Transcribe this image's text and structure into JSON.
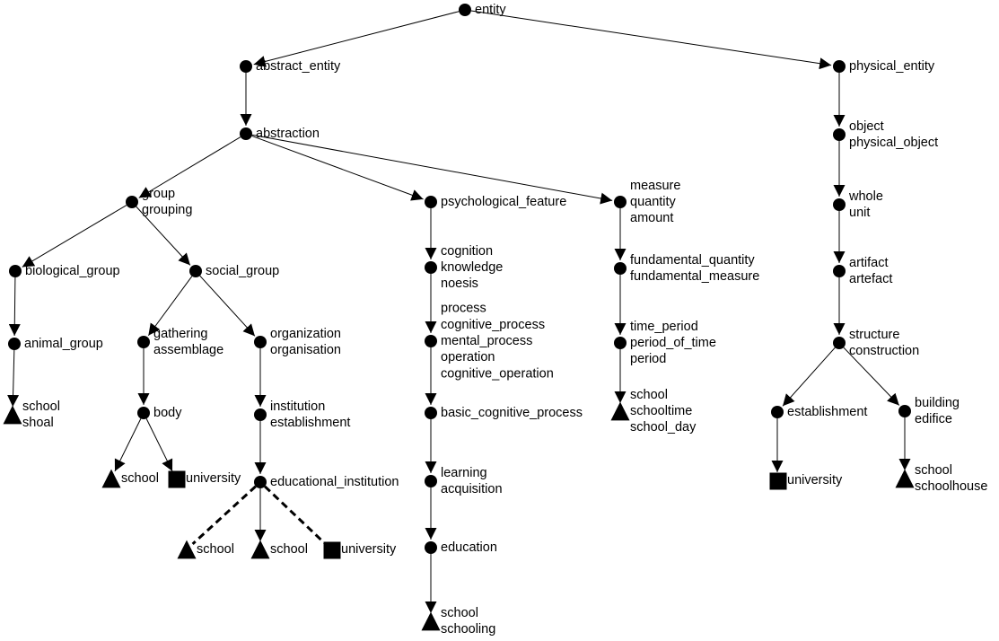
{
  "style": {
    "ink": "#000000",
    "background": "#ffffff"
  },
  "nodes": [
    {
      "id": "entity",
      "shape": "circle",
      "lines": [
        "entity"
      ]
    },
    {
      "id": "abstract_entity",
      "shape": "circle",
      "lines": [
        "abstract_entity"
      ]
    },
    {
      "id": "physical_entity",
      "shape": "circle",
      "lines": [
        "physical_entity"
      ]
    },
    {
      "id": "abstraction",
      "shape": "circle",
      "lines": [
        "abstraction"
      ]
    },
    {
      "id": "group",
      "shape": "circle",
      "lines": [
        "group",
        "grouping"
      ]
    },
    {
      "id": "psychological_feature",
      "shape": "circle",
      "lines": [
        "psychological_feature"
      ]
    },
    {
      "id": "measure",
      "shape": "circle",
      "lines": [
        "measure",
        "quantity",
        "amount"
      ]
    },
    {
      "id": "biological_group",
      "shape": "circle",
      "lines": [
        "biological_group"
      ]
    },
    {
      "id": "social_group",
      "shape": "circle",
      "lines": [
        "social_group"
      ]
    },
    {
      "id": "animal_group",
      "shape": "circle",
      "lines": [
        "animal_group"
      ]
    },
    {
      "id": "school_shoal",
      "shape": "triangle",
      "lines": [
        "school",
        "shoal"
      ]
    },
    {
      "id": "gathering",
      "shape": "circle",
      "lines": [
        "gathering",
        "assemblage"
      ]
    },
    {
      "id": "organization",
      "shape": "circle",
      "lines": [
        "organization",
        "organisation"
      ]
    },
    {
      "id": "body",
      "shape": "circle",
      "lines": [
        "body"
      ]
    },
    {
      "id": "school_body",
      "shape": "triangle",
      "lines": [
        "school"
      ]
    },
    {
      "id": "university_body",
      "shape": "square",
      "lines": [
        "university"
      ]
    },
    {
      "id": "institution",
      "shape": "circle",
      "lines": [
        "institution",
        "establishment"
      ]
    },
    {
      "id": "educational_institution",
      "shape": "circle",
      "lines": [
        "educational_institution"
      ]
    },
    {
      "id": "school_edu_1",
      "shape": "triangle",
      "lines": [
        "school"
      ]
    },
    {
      "id": "school_edu_2",
      "shape": "triangle",
      "lines": [
        "school"
      ]
    },
    {
      "id": "university_edu",
      "shape": "square",
      "lines": [
        "university"
      ]
    },
    {
      "id": "cognition",
      "shape": "circle",
      "lines": [
        "cognition",
        "knowledge",
        "noesis"
      ]
    },
    {
      "id": "process",
      "shape": "circle",
      "lines": [
        "process",
        "cognitive_process",
        "mental_process",
        "operation",
        "cognitive_operation"
      ]
    },
    {
      "id": "basic_cognitive_process",
      "shape": "circle",
      "lines": [
        "basic_cognitive_process"
      ]
    },
    {
      "id": "learning",
      "shape": "circle",
      "lines": [
        "learning",
        "acquisition"
      ]
    },
    {
      "id": "education",
      "shape": "circle",
      "lines": [
        "education"
      ]
    },
    {
      "id": "school_schooling",
      "shape": "triangle",
      "lines": [
        "school",
        "schooling"
      ]
    },
    {
      "id": "fundamental_quantity",
      "shape": "circle",
      "lines": [
        "fundamental_quantity",
        "fundamental_measure"
      ]
    },
    {
      "id": "time_period",
      "shape": "circle",
      "lines": [
        "time_period",
        "period_of_time",
        "period"
      ]
    },
    {
      "id": "school_time",
      "shape": "triangle",
      "lines": [
        "school",
        "schooltime",
        "school_day"
      ]
    },
    {
      "id": "object",
      "shape": "circle",
      "lines": [
        "object",
        "physical_object"
      ]
    },
    {
      "id": "whole",
      "shape": "circle",
      "lines": [
        "whole",
        "unit"
      ]
    },
    {
      "id": "artifact",
      "shape": "circle",
      "lines": [
        "artifact",
        "artefact"
      ]
    },
    {
      "id": "structure",
      "shape": "circle",
      "lines": [
        "structure",
        "construction"
      ]
    },
    {
      "id": "establishment",
      "shape": "circle",
      "lines": [
        "establishment"
      ]
    },
    {
      "id": "building",
      "shape": "circle",
      "lines": [
        "building",
        "edifice"
      ]
    },
    {
      "id": "university_est",
      "shape": "square",
      "lines": [
        "university"
      ]
    },
    {
      "id": "school_house",
      "shape": "triangle",
      "lines": [
        "school",
        "schoolhouse"
      ]
    }
  ],
  "edges": [
    {
      "from": "entity",
      "to": "abstract_entity",
      "dashed": false
    },
    {
      "from": "entity",
      "to": "physical_entity",
      "dashed": false
    },
    {
      "from": "abstract_entity",
      "to": "abstraction",
      "dashed": false
    },
    {
      "from": "abstraction",
      "to": "group",
      "dashed": false
    },
    {
      "from": "abstraction",
      "to": "psychological_feature",
      "dashed": false
    },
    {
      "from": "abstraction",
      "to": "measure",
      "dashed": false
    },
    {
      "from": "group",
      "to": "biological_group",
      "dashed": false
    },
    {
      "from": "group",
      "to": "social_group",
      "dashed": false
    },
    {
      "from": "biological_group",
      "to": "animal_group",
      "dashed": false
    },
    {
      "from": "animal_group",
      "to": "school_shoal",
      "dashed": false
    },
    {
      "from": "social_group",
      "to": "gathering",
      "dashed": false
    },
    {
      "from": "social_group",
      "to": "organization",
      "dashed": false
    },
    {
      "from": "gathering",
      "to": "body",
      "dashed": false
    },
    {
      "from": "body",
      "to": "school_body",
      "dashed": false
    },
    {
      "from": "body",
      "to": "university_body",
      "dashed": false
    },
    {
      "from": "organization",
      "to": "institution",
      "dashed": false
    },
    {
      "from": "institution",
      "to": "educational_institution",
      "dashed": false
    },
    {
      "from": "educational_institution",
      "to": "school_edu_1",
      "dashed": true
    },
    {
      "from": "educational_institution",
      "to": "school_edu_2",
      "dashed": false
    },
    {
      "from": "educational_institution",
      "to": "university_edu",
      "dashed": true
    },
    {
      "from": "psychological_feature",
      "to": "cognition",
      "dashed": false
    },
    {
      "from": "cognition",
      "to": "process",
      "dashed": false
    },
    {
      "from": "process",
      "to": "basic_cognitive_process",
      "dashed": false
    },
    {
      "from": "basic_cognitive_process",
      "to": "learning",
      "dashed": false
    },
    {
      "from": "learning",
      "to": "education",
      "dashed": false
    },
    {
      "from": "education",
      "to": "school_schooling",
      "dashed": false
    },
    {
      "from": "measure",
      "to": "fundamental_quantity",
      "dashed": false
    },
    {
      "from": "fundamental_quantity",
      "to": "time_period",
      "dashed": false
    },
    {
      "from": "time_period",
      "to": "school_time",
      "dashed": false
    },
    {
      "from": "physical_entity",
      "to": "object",
      "dashed": false
    },
    {
      "from": "object",
      "to": "whole",
      "dashed": false
    },
    {
      "from": "whole",
      "to": "artifact",
      "dashed": false
    },
    {
      "from": "artifact",
      "to": "structure",
      "dashed": false
    },
    {
      "from": "structure",
      "to": "establishment",
      "dashed": false
    },
    {
      "from": "structure",
      "to": "building",
      "dashed": false
    },
    {
      "from": "establishment",
      "to": "university_est",
      "dashed": false
    },
    {
      "from": "building",
      "to": "school_house",
      "dashed": false
    }
  ]
}
